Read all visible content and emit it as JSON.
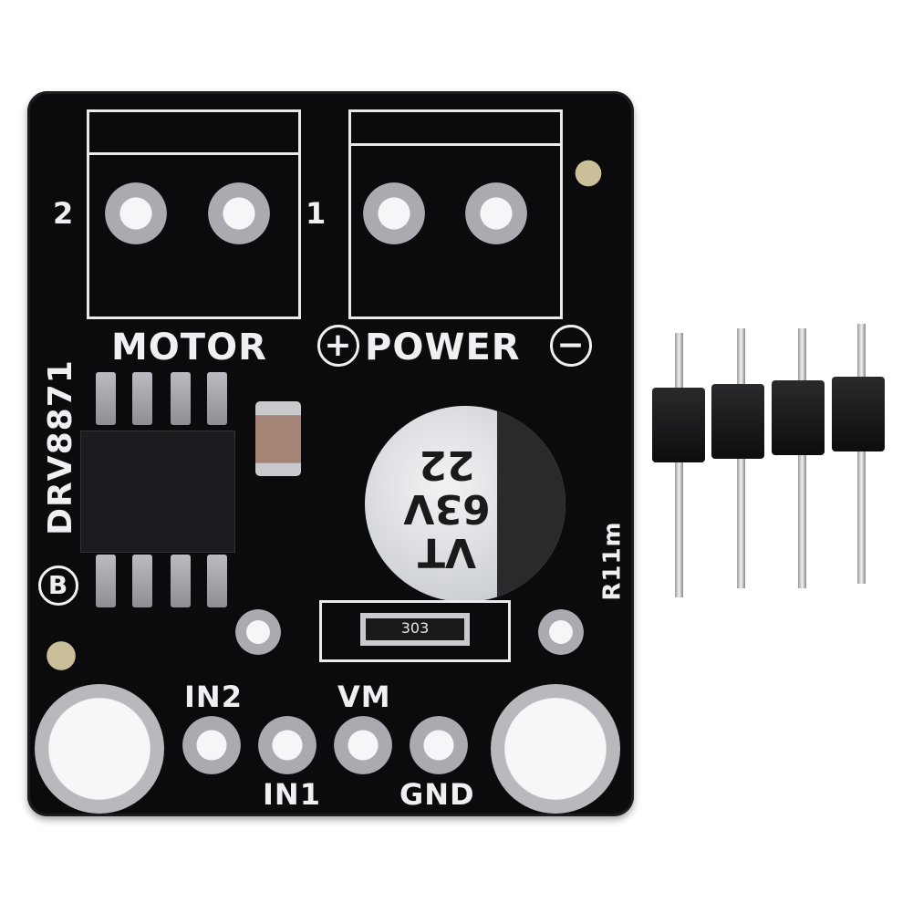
{
  "product": {
    "type": "motor driver breakout board",
    "chip_label": "DRV8871",
    "silkscreen": {
      "motor_label": "MOTOR",
      "power_label": "POWER",
      "motor_terminal_2": "2",
      "motor_terminal_1": "1",
      "power_plus": "+",
      "power_minus": "−",
      "resistor_ref": "R11m",
      "logo_letter": "B",
      "pins": [
        "IN2",
        "IN1",
        "VM",
        "GND"
      ]
    },
    "capacitor": {
      "line1": "VT",
      "line2": "63V",
      "line3": "22"
    },
    "resistor_code": "303",
    "header_pins_count": 4
  },
  "colors": {
    "pcb": "#0b0b0d",
    "silkscreen": "#eef0f4",
    "pad": "#a9abb0",
    "background": "#ffffff"
  }
}
